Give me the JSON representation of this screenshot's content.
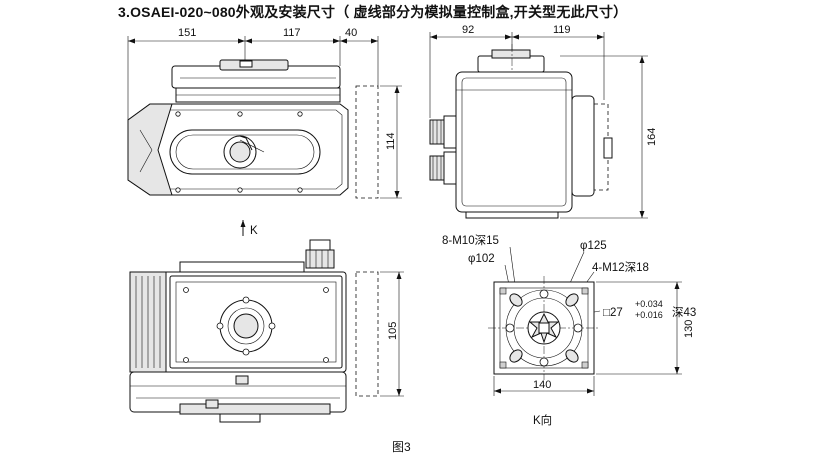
{
  "title": "3.OSAEI-020~080外观及安装尺寸（ 虚线部分为模拟量控制盒,开关型无此尺寸）",
  "caption": "图3",
  "front_view": {
    "dims_top": [
      "151",
      "117",
      "40"
    ],
    "dim_height": "114",
    "view_arrow_label": "K"
  },
  "side_view": {
    "dims_top": [
      "92",
      "119"
    ],
    "dim_height": "164"
  },
  "bottom_view": {
    "dim_height": "105"
  },
  "k_view": {
    "labels": {
      "bolt_holes": "8-M10深15",
      "pcd_125": "φ125",
      "pcd_102": "φ102",
      "bolt_holes_m12": "4-M12深18",
      "square_size": "□27",
      "tol_upper": "+0.034",
      "tol_lower": "+0.016",
      "square_depth": "深43"
    },
    "dim_width": "140",
    "dim_height": "130",
    "view_name": "K向"
  }
}
